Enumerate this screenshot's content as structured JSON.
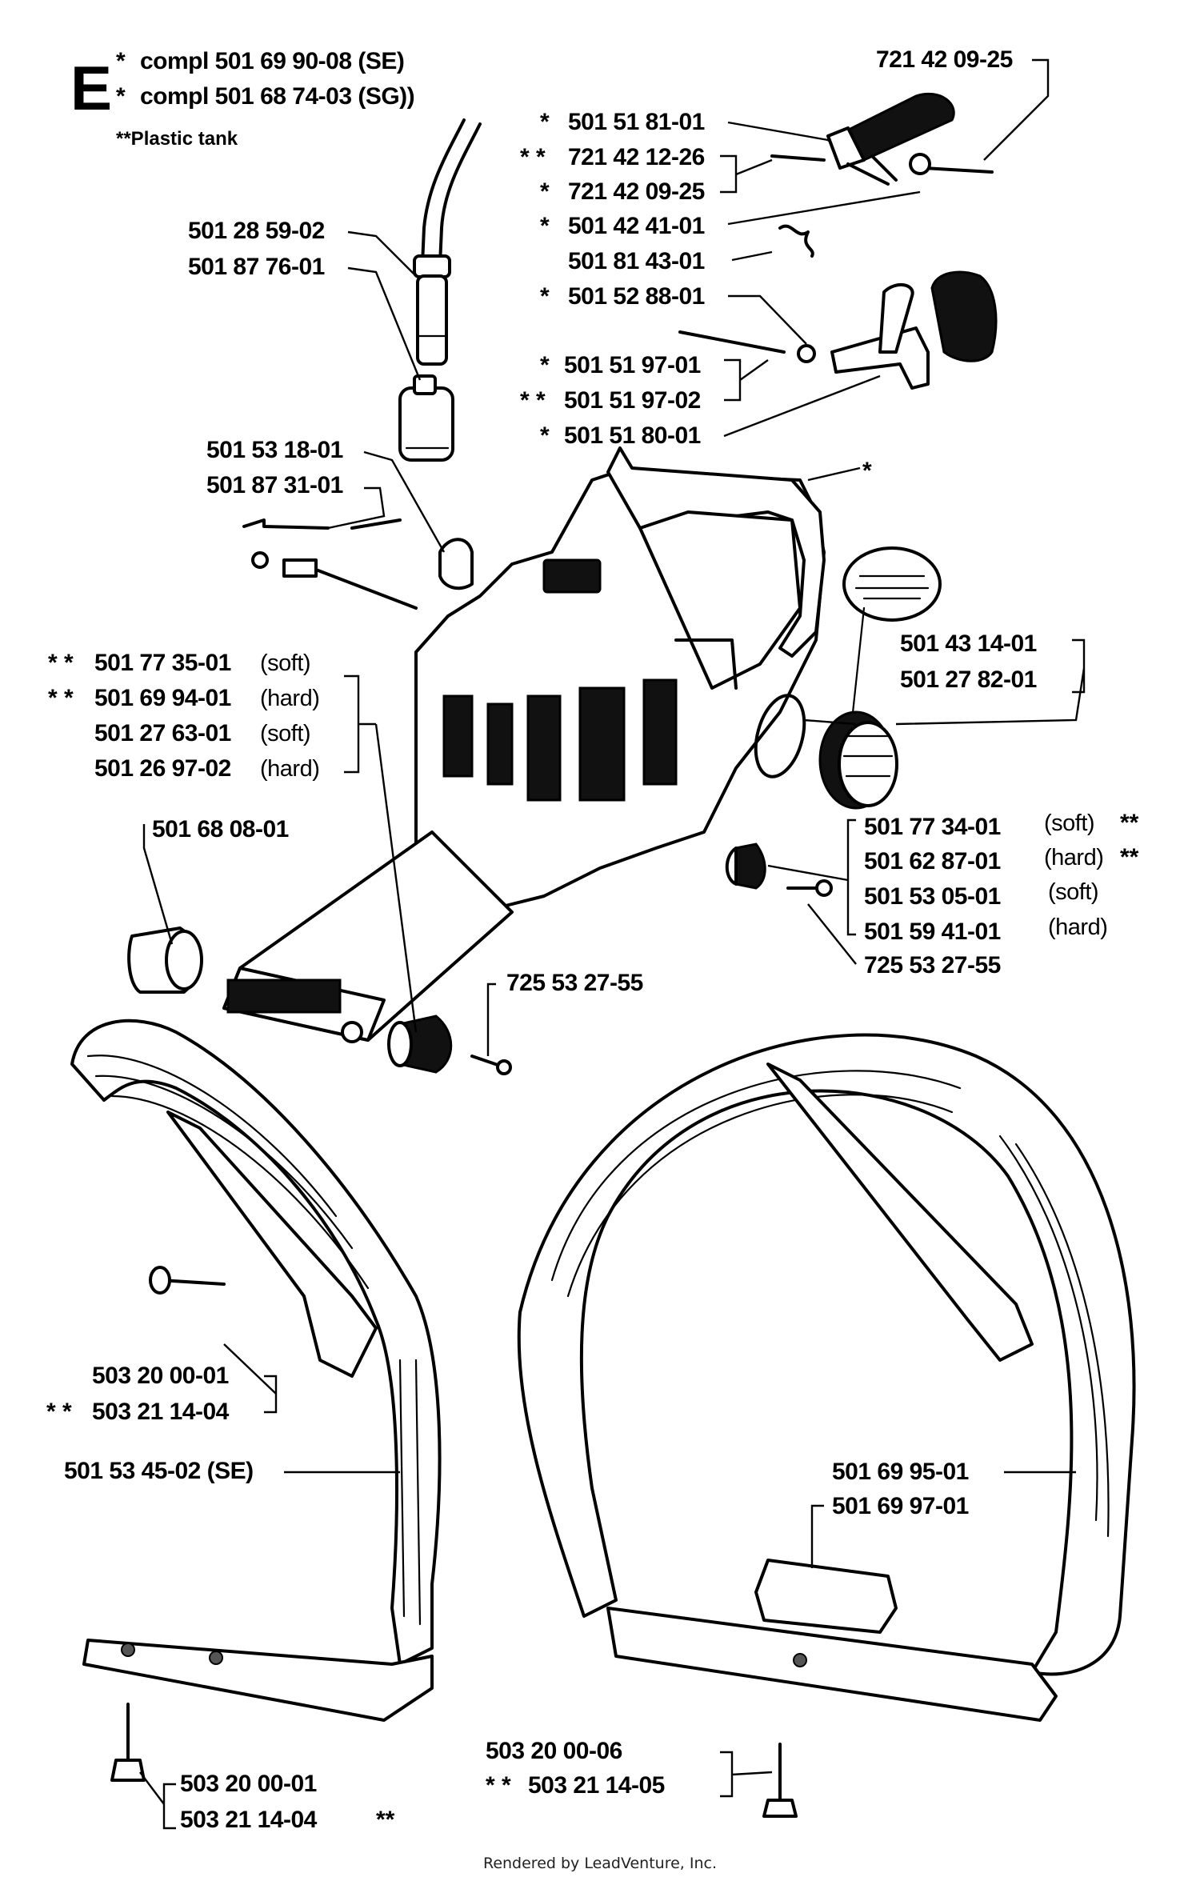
{
  "header": {
    "section_letter": "E",
    "compl_lines": [
      {
        "prefix": "*",
        "text": "compl 501 69 90-08 (SE)"
      },
      {
        "prefix": "*",
        "text": "compl 501 68 74-03 (SG))"
      }
    ],
    "note": "**Plastic tank"
  },
  "labels": {
    "p721_42_09_25_top": "721 42 09-25",
    "p501_51_81_01": "501 51 81-01",
    "p721_42_12_26": "721 42 12-26",
    "p721_42_09_25": "721 42 09-25",
    "p501_42_41_01": "501 42 41-01",
    "p501_81_43_01": "501 81 43-01",
    "p501_52_88_01": "501 52 88-01",
    "p501_51_97_01": "501 51 97-01",
    "p501_51_97_02": "501 51 97-02",
    "p501_51_80_01": "501 51 80-01",
    "p501_28_59_02": "501 28 59-02",
    "p501_87_76_01": "501 87 76-01",
    "p501_53_18_01": "501 53 18-01",
    "p501_87_31_01": "501 87 31-01",
    "tank_star": "*",
    "p501_43_14_01": "501 43 14-01",
    "p501_27_82_01": "501 27 82-01",
    "p501_77_35_01": "501 77 35-01",
    "p501_69_94_01": "501 69 94-01",
    "p501_27_63_01": "501 27 63-01",
    "p501_26_97_02": "501 26 97-02",
    "p501_68_08_01": "501 68 08-01",
    "p501_77_34_01": "501 77 34-01",
    "p501_62_87_01": "501 62 87-01",
    "p501_53_05_01": "501 53 05-01",
    "p501_59_41_01": "501 59 41-01",
    "p725_53_27_55_right": "725 53 27-55",
    "p725_53_27_55_center": "725 53 27-55",
    "p503_20_00_01_top": "503 20 00-01",
    "p503_21_14_04_top": "503 21 14-04",
    "p501_53_45_02": "501 53 45-02 (SE)",
    "p501_69_95_01": "501 69 95-01",
    "p501_69_97_01": "501 69 97-01",
    "p503_20_00_06": "503 20 00-06",
    "p503_21_14_05": "503 21 14-05",
    "p503_20_00_01_bottom": "503 20 00-01",
    "p503_21_14_04_bottom": "503 21 14-04"
  },
  "qualifiers": {
    "soft": "(soft)",
    "hard": "(hard)"
  },
  "markers": {
    "single": "*",
    "double": "* *",
    "double_tight": "**"
  },
  "footer": "Rendered by LeadVenture, Inc."
}
